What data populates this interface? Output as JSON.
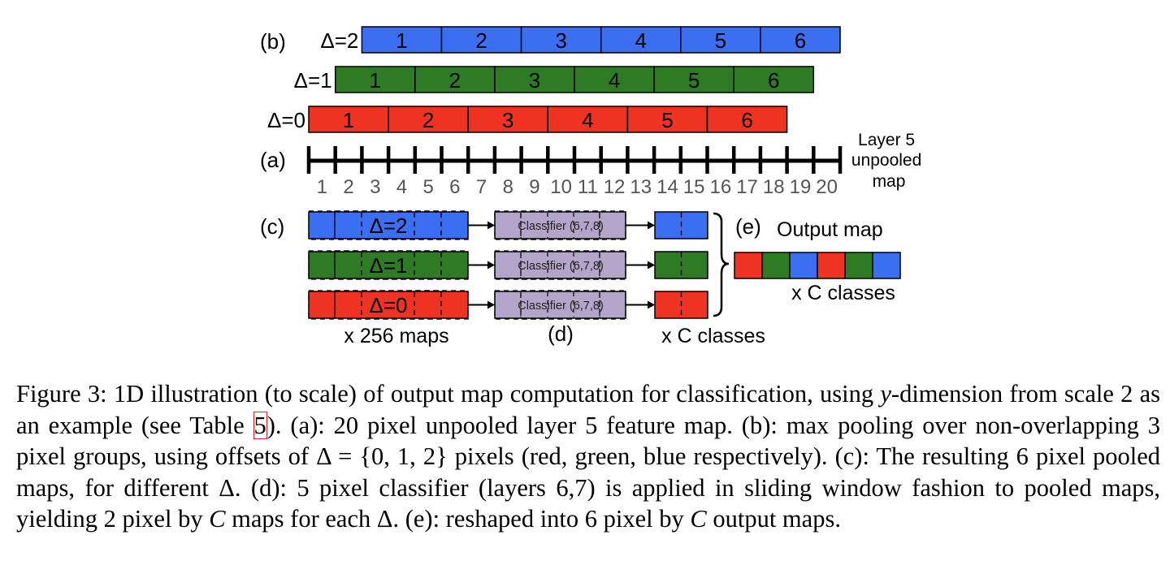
{
  "figure": {
    "label_a": "(a)",
    "label_b": "(b)",
    "label_c": "(c)",
    "label_d": "(d)",
    "label_e": "(e)",
    "pool_rows": [
      {
        "delta_label": "Δ=2",
        "color": "#3b6ef0",
        "cells": [
          "1",
          "2",
          "3",
          "4",
          "5",
          "6"
        ]
      },
      {
        "delta_label": "Δ=1",
        "color": "#2f7a24",
        "cells": [
          "1",
          "2",
          "3",
          "4",
          "5",
          "6"
        ]
      },
      {
        "delta_label": "Δ=0",
        "color": "#ee3322",
        "cells": [
          "1",
          "2",
          "3",
          "4",
          "5",
          "6"
        ]
      }
    ],
    "layer5_label": [
      "Layer 5",
      "unpooled",
      "map"
    ],
    "tick_numbers": [
      "1",
      "2",
      "3",
      "4",
      "5",
      "6",
      "7",
      "8",
      "9",
      "10",
      "11",
      "12",
      "13",
      "14",
      "15",
      "16",
      "17",
      "18",
      "19",
      "20"
    ],
    "pipeline_rows": [
      {
        "delta_label": "Δ=2",
        "color": "#3b6ef0",
        "classifier_label": "Classifier (6,7,8)"
      },
      {
        "delta_label": "Δ=1",
        "color": "#2f7a24",
        "classifier_label": "Classifier (6,7,8)"
      },
      {
        "delta_label": "Δ=0",
        "color": "#ee3322",
        "classifier_label": "Classifier (6,7,8)"
      }
    ],
    "classifier_color": "#b3a5c9",
    "maps_label": "x 256 maps",
    "classes_label": "x C classes",
    "output_map_label": "Output map",
    "output_classes_label": "x C classes",
    "output_colors": [
      "#ee3322",
      "#2f7a24",
      "#3b6ef0",
      "#ee3322",
      "#2f7a24",
      "#3b6ef0"
    ]
  },
  "caption": {
    "intro": "Figure 3: 1D illustration (to scale) of output map computation for classification, using ",
    "var_y": "y",
    "p1": "-dimension from scale 2 as an example (see Table ",
    "table_ref": "5",
    "p2": "). (a): 20 pixel unpooled layer 5 feature map. (b): max pooling over non-overlapping 3 pixel groups, using offsets of ",
    "delta_set": "Δ = {0, 1, 2}",
    "p3": " pixels (red, green, blue respectively). (c): The resulting 6 pixel pooled maps, for different ",
    "delta": "Δ",
    "p4": ". (d): 5 pixel classifier (layers 6,7) is applied in sliding window fashion to pooled maps, yielding 2 pixel by ",
    "var_c1": "C",
    "p5": " maps for each ",
    "delta2": "Δ",
    "p6": ". (e): reshaped into 6 pixel by ",
    "var_c2": "C",
    "p7": " output maps."
  }
}
